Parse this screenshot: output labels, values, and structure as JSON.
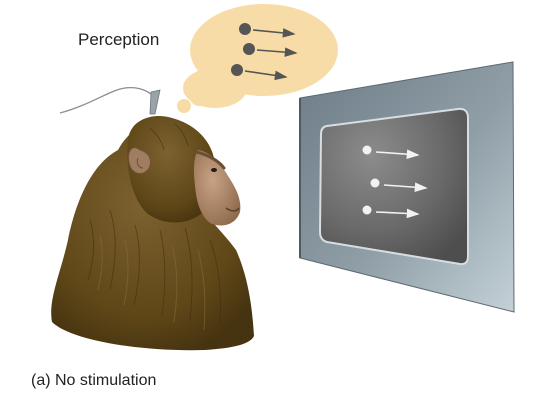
{
  "labels": {
    "perception": "Perception",
    "caption": "(a) No stimulation"
  },
  "thought_bubble": {
    "dots": 3,
    "direction": "right",
    "dot_color": "#555555",
    "fill_color": "#f8dca7"
  },
  "screen": {
    "dots": 3,
    "direction": "right",
    "dot_color": "#f2f2f2",
    "frame_color": "#7f8d96",
    "display_color": "#6d6d6d"
  },
  "monkey": {
    "fur_color": "#6b5222",
    "face_color": "#b08b6c",
    "electrode_color": "#9aa3a8"
  }
}
